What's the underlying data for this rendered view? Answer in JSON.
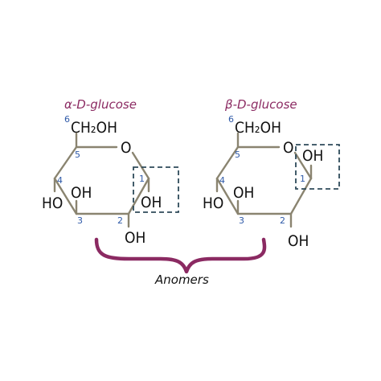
{
  "structures": [
    {
      "id": "alpha",
      "title": "α-D-glucose",
      "ch2oh": "CH₂OH",
      "ring_o": "O",
      "oh_c4": "HO",
      "oh_c3": "OH",
      "oh_c1": "OH",
      "oh_c2": "OH",
      "carbon_numbers": [
        "1",
        "2",
        "3",
        "4",
        "5",
        "6"
      ]
    },
    {
      "id": "beta",
      "title": "β-D-glucose",
      "ch2oh": "CH₂OH",
      "ring_o": "O",
      "oh_c4": "HO",
      "oh_c3": "OH",
      "oh_c1": "OH",
      "oh_c2": "OH",
      "carbon_numbers": [
        "1",
        "2",
        "3",
        "4",
        "5",
        "6"
      ]
    }
  ],
  "caption": "Anomers",
  "colors": {
    "title": "#8b2a62",
    "bond": "#8a8470",
    "carbon_number": "#2f5aa8",
    "highlight_box": "#2e4a5a",
    "brace": "#8b2a62",
    "text": "#111111"
  }
}
